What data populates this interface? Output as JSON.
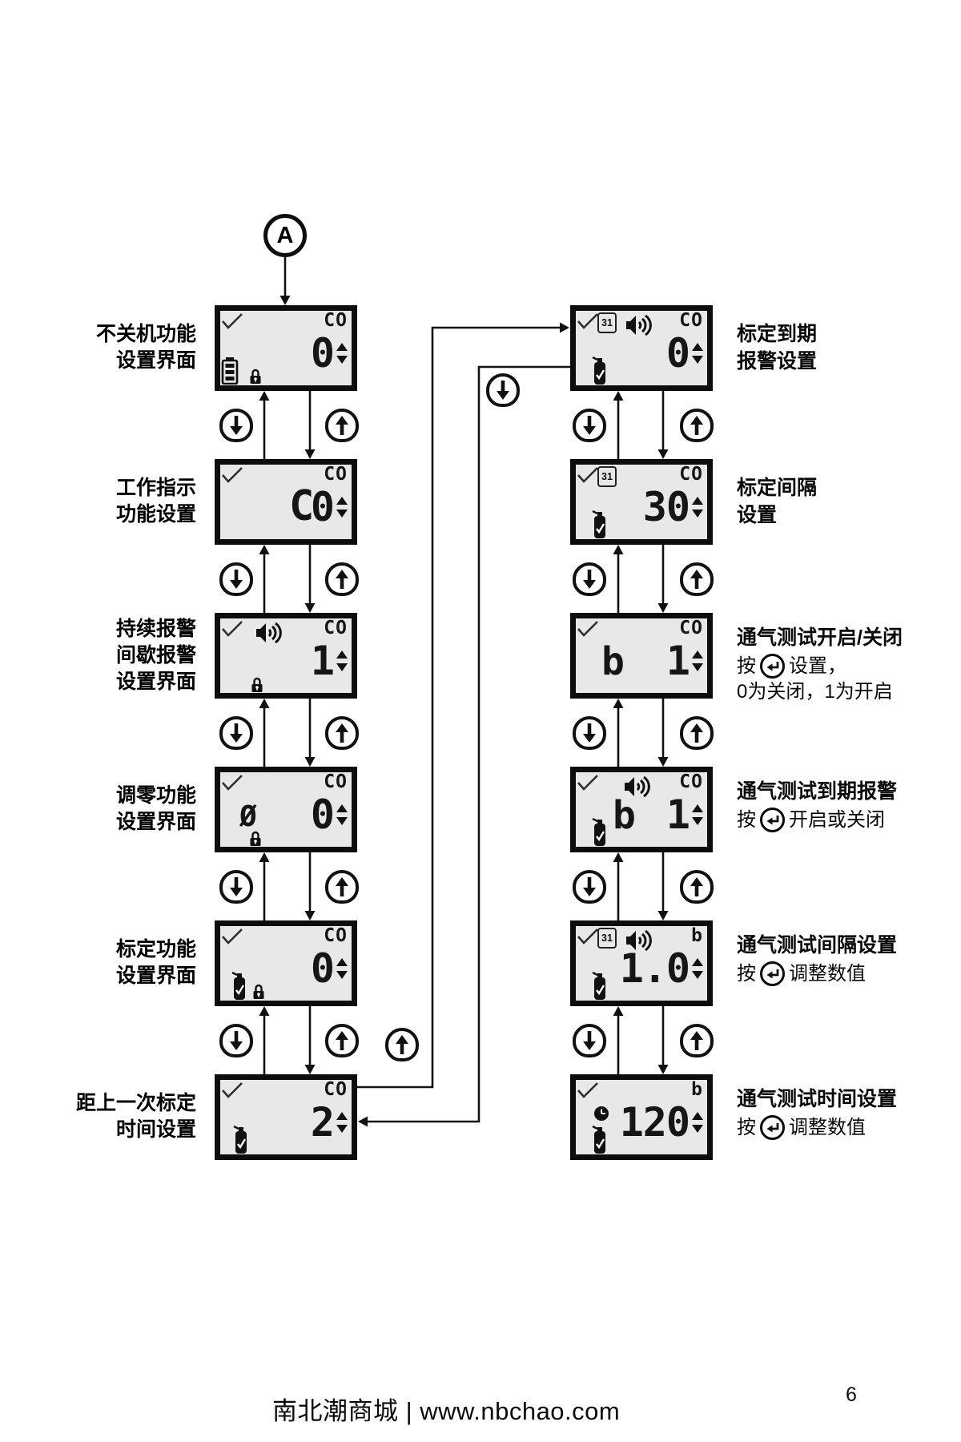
{
  "flow": {
    "entry": "A",
    "left_column": [
      {
        "label_lines": [
          "不关机功能",
          "设置界面"
        ],
        "lcd": {
          "check": true,
          "gas": "CO",
          "value": "0",
          "stepper": true,
          "battery": true,
          "lock": true
        }
      },
      {
        "label_lines": [
          "工作指示",
          "功能设置"
        ],
        "lcd": {
          "check": true,
          "gas": "CO",
          "mid": "C",
          "value": "0",
          "stepper": true
        }
      },
      {
        "label_lines": [
          "持续报警",
          "间歇报警",
          "设置界面"
        ],
        "lcd": {
          "check": true,
          "speaker": true,
          "gas": "CO",
          "value": "1",
          "stepper": true,
          "lock": true
        }
      },
      {
        "label_lines": [
          "调零功能",
          "设置界面"
        ],
        "lcd": {
          "check": true,
          "gas": "CO",
          "mid": "Ø",
          "value": "0",
          "stepper": true,
          "lock": true
        }
      },
      {
        "label_lines": [
          "标定功能",
          "设置界面"
        ],
        "lcd": {
          "check": true,
          "gas": "CO",
          "value": "0",
          "stepper": true,
          "cylinder": true,
          "lock": true
        }
      },
      {
        "label_lines": [
          "距上一次标定",
          "时间设置"
        ],
        "lcd": {
          "check": true,
          "gas": "CO",
          "value": "2",
          "stepper": true,
          "cylinder": true
        }
      }
    ],
    "right_column": [
      {
        "title_lines": [
          "标定到期",
          "报警设置"
        ],
        "lcd": {
          "check": true,
          "calendar": "31",
          "speaker": true,
          "gas": "CO",
          "value": "0",
          "stepper": true,
          "cylinder": true
        }
      },
      {
        "title_lines": [
          "标定间隔",
          "设置"
        ],
        "lcd": {
          "check": true,
          "calendar": "31",
          "gas": "CO",
          "value": "30",
          "stepper": true,
          "cylinder": true
        }
      },
      {
        "title_lines": [
          "通气测试开启/关闭"
        ],
        "sub": {
          "prefix": "按",
          "suffix": "设置，"
        },
        "sub2": "0为关闭，1为开启",
        "lcd": {
          "check": true,
          "gas": "CO",
          "mid": "b",
          "value": "1",
          "stepper": true
        }
      },
      {
        "title_lines": [
          "通气测试到期报警"
        ],
        "sub": {
          "prefix": "按",
          "suffix": "开启或关闭"
        },
        "lcd": {
          "check": true,
          "speaker": true,
          "gas": "CO",
          "mid": "b",
          "value": "1",
          "stepper": true,
          "cylinder": true
        }
      },
      {
        "title_lines": [
          "通气测试间隔设置"
        ],
        "sub": {
          "prefix": "按",
          "suffix": "调整数值"
        },
        "lcd": {
          "check": true,
          "calendar": "31",
          "speaker": true,
          "gas": "b",
          "value": "1.0",
          "stepper": true,
          "cylinder": true
        }
      },
      {
        "title_lines": [
          "通气测试时间设置"
        ],
        "sub": {
          "prefix": "按",
          "suffix": "调整数值"
        },
        "lcd": {
          "check": true,
          "gas": "b",
          "clock": true,
          "value": "120",
          "stepper": true,
          "cylinder": true
        }
      }
    ]
  },
  "icons": {
    "check": "check-icon",
    "speaker": "speaker-sound-icon",
    "battery": "battery-icon",
    "lock": "lock-icon",
    "cylinder": "gas-cylinder-icon",
    "calendar": "calendar-31-icon",
    "clock": "clock-icon",
    "down_button": "down-arrow-button",
    "up_button": "up-arrow-button",
    "enter_button": "enter-return-button",
    "stepper": "value-up-down-arrows",
    "down_glyph": "↓",
    "up_glyph": "↑",
    "enter_glyph": "↵"
  },
  "footer": {
    "text": "南北潮商城 | www.nbchao.com",
    "page_number": "6"
  }
}
